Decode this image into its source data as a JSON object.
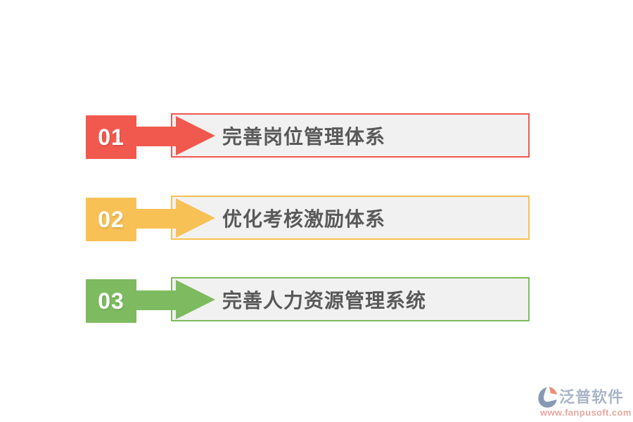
{
  "steps": [
    {
      "number": "01",
      "title": "完善岗位管理体系",
      "color": "#F2594E"
    },
    {
      "number": "02",
      "title": "优化考核激励体系",
      "color": "#F8C156"
    },
    {
      "number": "03",
      "title": "完善人力资源管理系统",
      "color": "#7EBB60"
    }
  ],
  "style": {
    "box_background": "#F1F1F1",
    "label_color": "#595959",
    "badge_text_color": "#FFFFFF"
  },
  "watermark": {
    "brand": "泛普软件",
    "url": "www.fanpusoft.com",
    "brand_color": "#A9B5C7",
    "url_color": "#E9A8A1",
    "icon_main_color": "#8799B2",
    "icon_accent_color": "#E98F77"
  }
}
